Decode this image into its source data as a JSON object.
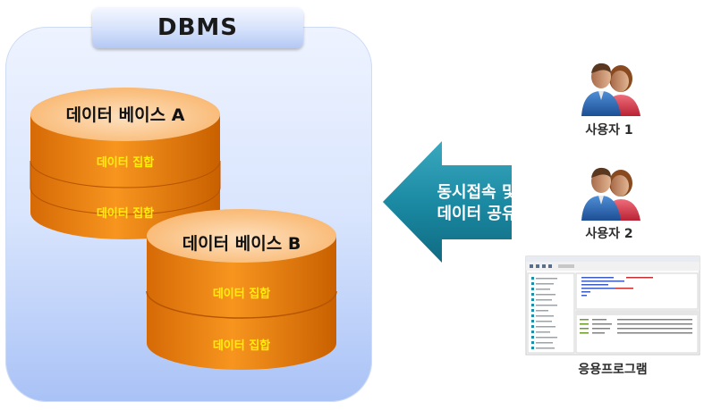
{
  "dbms": {
    "title": "DBMS"
  },
  "database_a": {
    "title": "데이터 베이스 A",
    "sets": [
      "데이터 집합",
      "데이터 집합"
    ]
  },
  "database_b": {
    "title": "데이터 베이스 B",
    "sets": [
      "데이터 집합",
      "데이터 집합"
    ]
  },
  "arrow": {
    "line1": "동시접속 및",
    "line2": "데이터 공유"
  },
  "users": [
    {
      "label": "사용자 1"
    },
    {
      "label": "사용자 2"
    }
  ],
  "application": {
    "label": "응용프로그램"
  },
  "colors": {
    "cylinder": "#f28a1c",
    "cylinder_top": "#fcc88f",
    "set_text": "#fff200",
    "arrow": "#1f8ea6",
    "dbms_bg": "#d9e5fd"
  }
}
